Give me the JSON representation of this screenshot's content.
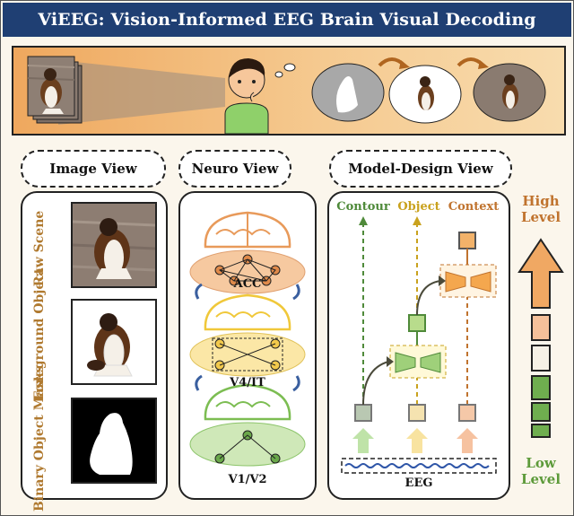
{
  "title": "ViEEG: Vision-Informed EEG Brain Visual Decoding Framework",
  "headers": {
    "image_view": "Image View",
    "neuro_view": "Neuro View",
    "model_view": "Model-Design View"
  },
  "image_view": {
    "raw_scene": "Raw Scene",
    "foreground": "Foreground Object",
    "masks": "Binary Object Masks"
  },
  "neuro_view": {
    "acc": "ACC",
    "v4it": "V4/IT",
    "v1v2": "V1/V2"
  },
  "model_view": {
    "contour": "Contour",
    "object": "Object",
    "context": "Context",
    "eeg": "EEG"
  },
  "levels": {
    "high": "High Level",
    "low": "Low Level"
  },
  "colors": {
    "title_bg": "#1f3f73",
    "contour_green": "#4f8a3a",
    "object_yellow": "#c9a21e",
    "context_orange": "#c0732e"
  }
}
